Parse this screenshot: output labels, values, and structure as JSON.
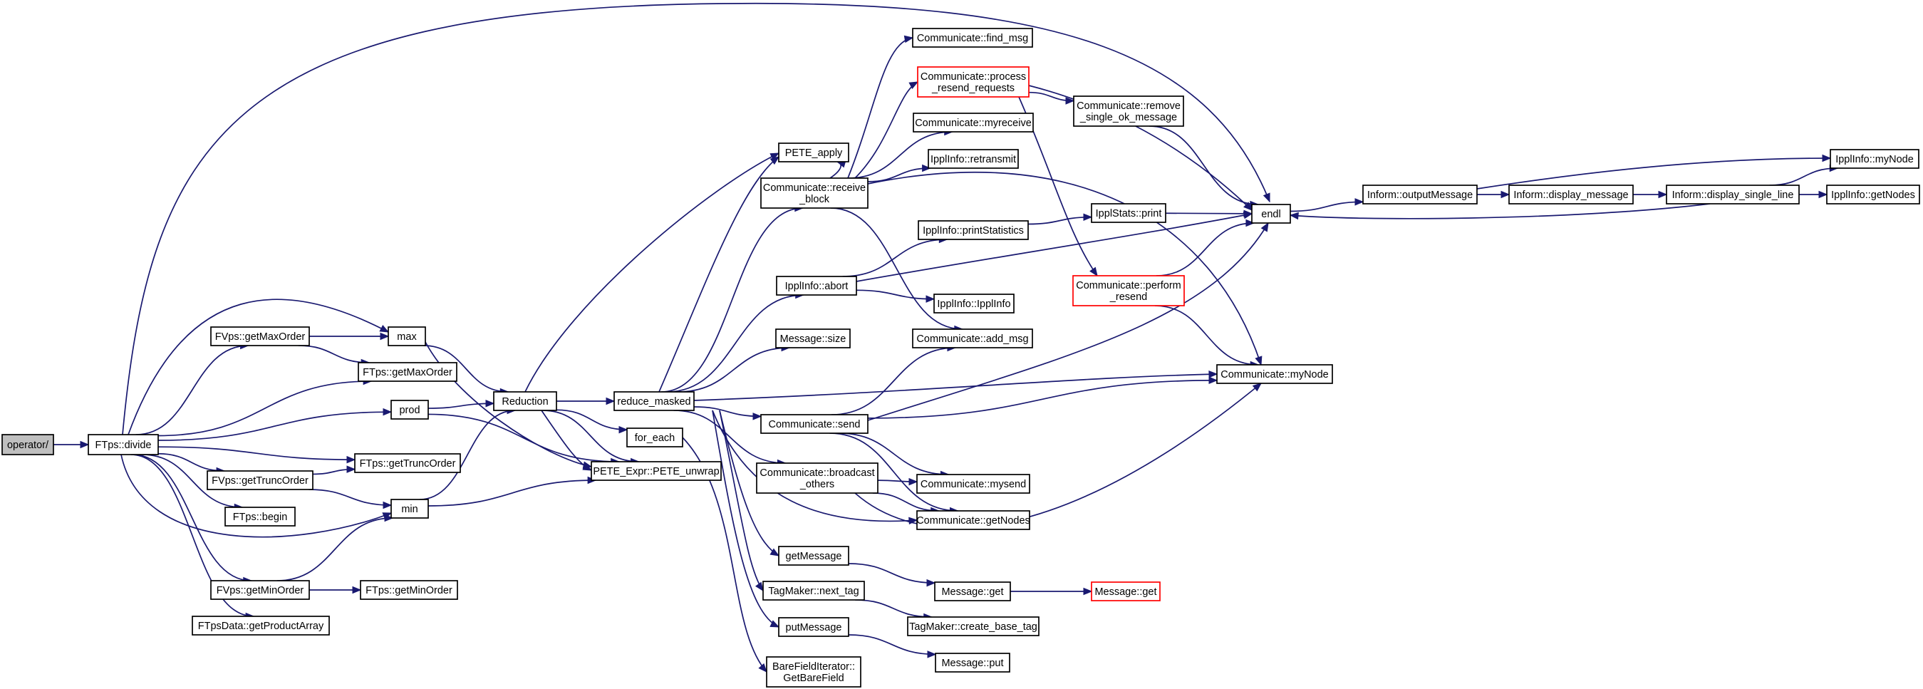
{
  "graph": {
    "nodes": [
      {
        "id": "operator_div",
        "lines": [
          "operator/"
        ],
        "style": "root"
      },
      {
        "id": "ftps_divide",
        "lines": [
          "FTps::divide"
        ]
      },
      {
        "id": "fvps_getmaxorder",
        "lines": [
          "FVps::getMaxOrder"
        ]
      },
      {
        "id": "max",
        "lines": [
          "max"
        ]
      },
      {
        "id": "ftps_getmaxorder",
        "lines": [
          "FTps::getMaxOrder"
        ]
      },
      {
        "id": "prod",
        "lines": [
          "prod"
        ]
      },
      {
        "id": "ftps_gettruncorder",
        "lines": [
          "FTps::getTruncOrder"
        ]
      },
      {
        "id": "fvps_gettruncorder",
        "lines": [
          "FVps::getTruncOrder"
        ]
      },
      {
        "id": "min",
        "lines": [
          "min"
        ]
      },
      {
        "id": "ftps_begin",
        "lines": [
          "FTps::begin"
        ]
      },
      {
        "id": "fvps_getminorder",
        "lines": [
          "FVps::getMinOrder"
        ]
      },
      {
        "id": "ftps_getminorder",
        "lines": [
          "FTps::getMinOrder"
        ]
      },
      {
        "id": "ftpsdata_getproductarray",
        "lines": [
          "FTpsData::getProductArray"
        ]
      },
      {
        "id": "reduction",
        "lines": [
          "Reduction"
        ]
      },
      {
        "id": "pete_unwrap",
        "lines": [
          "PETE_Expr::PETE_unwrap"
        ]
      },
      {
        "id": "reduce_masked",
        "lines": [
          "reduce_masked"
        ]
      },
      {
        "id": "for_each",
        "lines": [
          "for_each"
        ]
      },
      {
        "id": "pete_apply",
        "lines": [
          "PETE_apply"
        ]
      },
      {
        "id": "comm_receive_block",
        "lines": [
          "Communicate::receive",
          "_block"
        ]
      },
      {
        "id": "ippl_abort",
        "lines": [
          "IpplInfo::abort"
        ]
      },
      {
        "id": "message_size",
        "lines": [
          "Message::size"
        ]
      },
      {
        "id": "comm_send",
        "lines": [
          "Communicate::send"
        ]
      },
      {
        "id": "comm_broadcast_others",
        "lines": [
          "Communicate::broadcast",
          "_others"
        ]
      },
      {
        "id": "getmessage",
        "lines": [
          "getMessage"
        ]
      },
      {
        "id": "tagmaker_next_tag",
        "lines": [
          "TagMaker::next_tag"
        ]
      },
      {
        "id": "putmessage",
        "lines": [
          "putMessage"
        ]
      },
      {
        "id": "barefielditerator_getbarefield",
        "lines": [
          "BareFieldIterator::",
          "GetBareField"
        ]
      },
      {
        "id": "comm_find_msg",
        "lines": [
          "Communicate::find_msg"
        ]
      },
      {
        "id": "comm_process_resend",
        "lines": [
          "Communicate::process",
          "_resend_requests"
        ],
        "style": "trunc"
      },
      {
        "id": "comm_myreceive",
        "lines": [
          "Communicate::myreceive"
        ]
      },
      {
        "id": "ippl_retransmit",
        "lines": [
          "IpplInfo::retransmit"
        ]
      },
      {
        "id": "ippl_printstatistics",
        "lines": [
          "IpplInfo::printStatistics"
        ]
      },
      {
        "id": "ippl_ipplinfo",
        "lines": [
          "IpplInfo::IpplInfo"
        ]
      },
      {
        "id": "comm_add_msg",
        "lines": [
          "Communicate::add_msg"
        ]
      },
      {
        "id": "comm_mysend",
        "lines": [
          "Communicate::mysend"
        ]
      },
      {
        "id": "comm_getnodes",
        "lines": [
          "Communicate::getNodes"
        ]
      },
      {
        "id": "message_get",
        "lines": [
          "Message::get"
        ]
      },
      {
        "id": "message_get_red",
        "lines": [
          "Message::get"
        ],
        "style": "trunc"
      },
      {
        "id": "tagmaker_create_base_tag",
        "lines": [
          "TagMaker::create_base_tag"
        ]
      },
      {
        "id": "message_put",
        "lines": [
          "Message::put"
        ]
      },
      {
        "id": "comm_remove_single_ok",
        "lines": [
          "Communicate::remove",
          "_single_ok_message"
        ]
      },
      {
        "id": "ipplstats_print",
        "lines": [
          "IpplStats::print"
        ]
      },
      {
        "id": "comm_perform_resend",
        "lines": [
          "Communicate::perform",
          "_resend"
        ],
        "style": "trunc"
      },
      {
        "id": "comm_mynode",
        "lines": [
          "Communicate::myNode"
        ]
      },
      {
        "id": "endl",
        "lines": [
          "endl"
        ]
      },
      {
        "id": "inform_outputmessage",
        "lines": [
          "Inform::outputMessage"
        ]
      },
      {
        "id": "inform_display_message",
        "lines": [
          "Inform::display_message"
        ]
      },
      {
        "id": "inform_display_single_line",
        "lines": [
          "Inform::display_single_line"
        ]
      },
      {
        "id": "ippl_mynode",
        "lines": [
          "IpplInfo::myNode"
        ]
      },
      {
        "id": "ippl_getnodes",
        "lines": [
          "IpplInfo::getNodes"
        ]
      }
    ]
  }
}
